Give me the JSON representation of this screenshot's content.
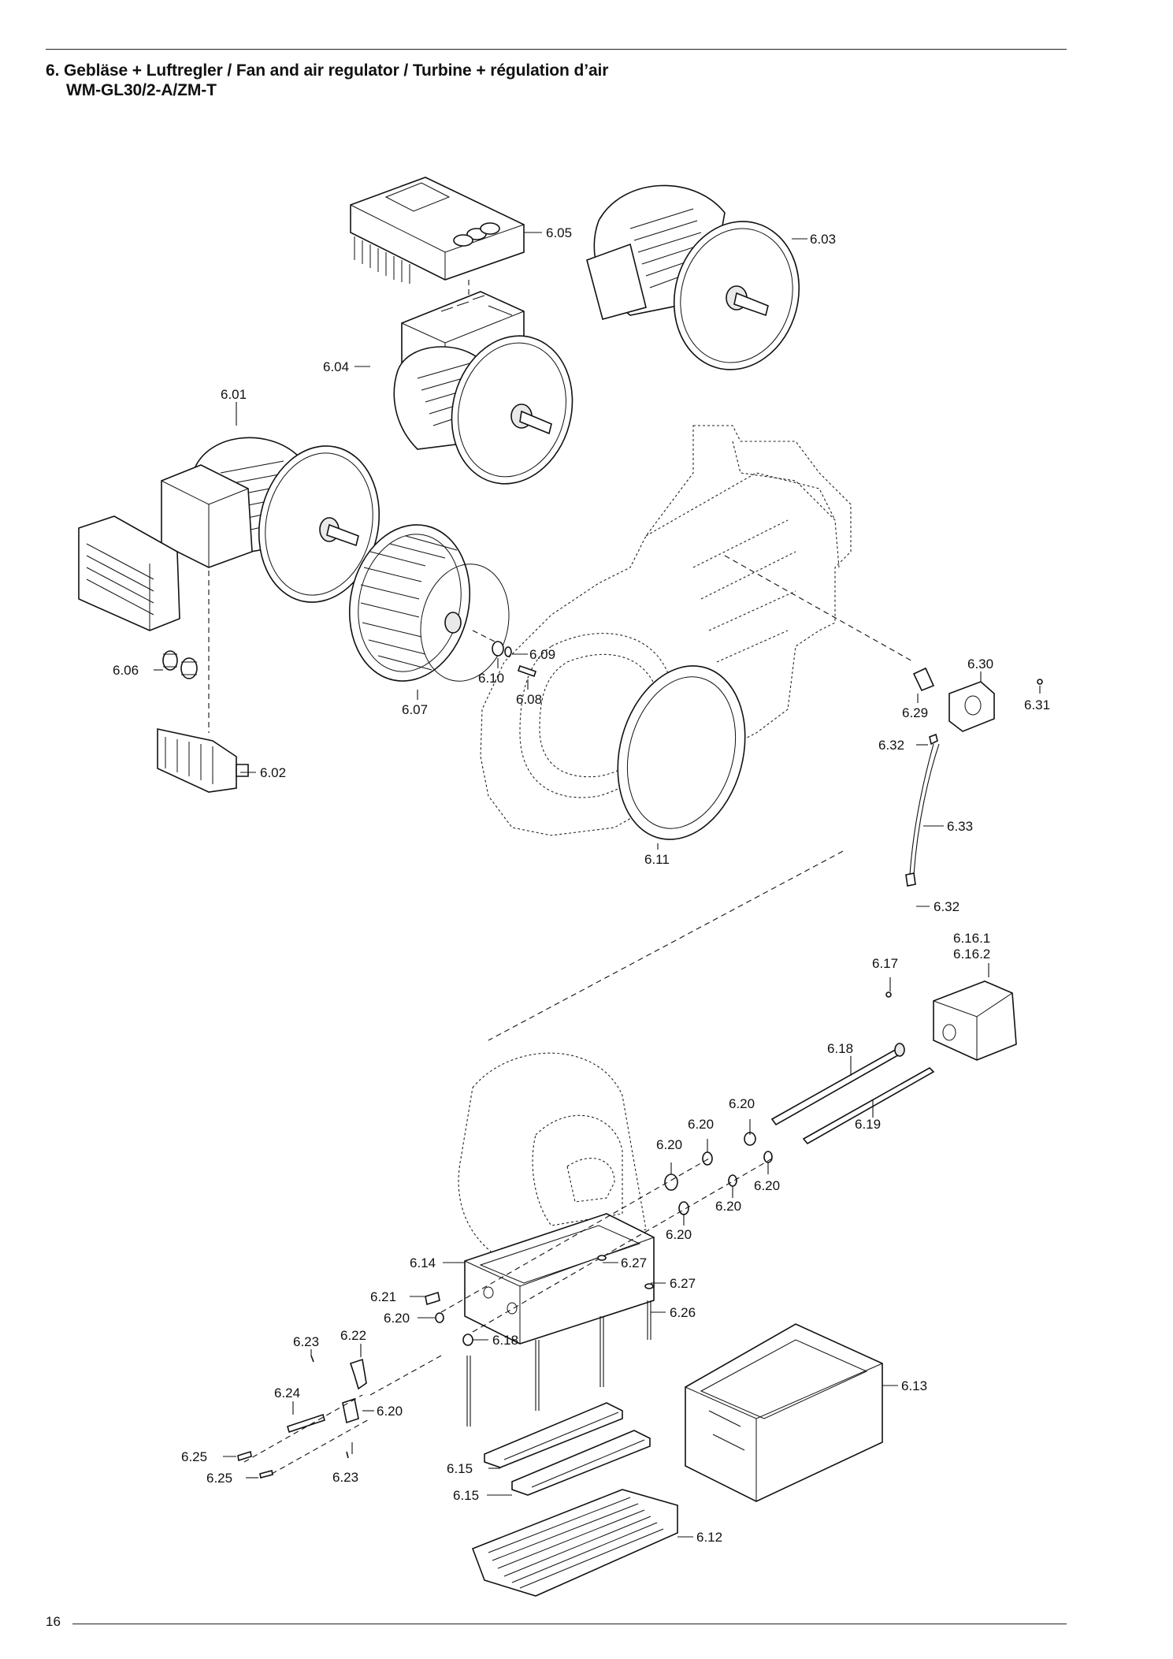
{
  "header": {
    "title_line_1": "6. Gebläse + Luftregler / Fan and air regulator / Turbine + régulation d’air",
    "title_line_2": "WM-GL30/2-A/ZM-T"
  },
  "footer": {
    "page_number": "16"
  },
  "labels": {
    "l601": "6.01",
    "l602": "6.02",
    "l603": "6.03",
    "l604": "6.04",
    "l605": "6.05",
    "l606": "6.06",
    "l607": "6.07",
    "l608": "6.08",
    "l609": "6.09",
    "l610": "6.10",
    "l611": "6.11",
    "l612": "6.12",
    "l613": "6.13",
    "l614": "6.14",
    "l615a": "6.15",
    "l615b": "6.15",
    "l6161": "6.16.1",
    "l6162": "6.16.2",
    "l617": "6.17",
    "l618a": "6.18",
    "l618b": "6.18",
    "l619": "6.19",
    "l620a": "6.20",
    "l620b": "6.20",
    "l620c": "6.20",
    "l620d": "6.20",
    "l620e": "6.20",
    "l620f": "6.20",
    "l620g": "6.20",
    "l620h": "6.20",
    "l621": "6.21",
    "l622": "6.22",
    "l623a": "6.23",
    "l623b": "6.23",
    "l624": "6.24",
    "l625a": "6.25",
    "l625b": "6.25",
    "l626": "6.26",
    "l627a": "6.27",
    "l627b": "6.27",
    "l629": "6.29",
    "l630": "6.30",
    "l631": "6.31",
    "l632a": "6.32",
    "l632b": "6.32",
    "l633": "6.33"
  }
}
